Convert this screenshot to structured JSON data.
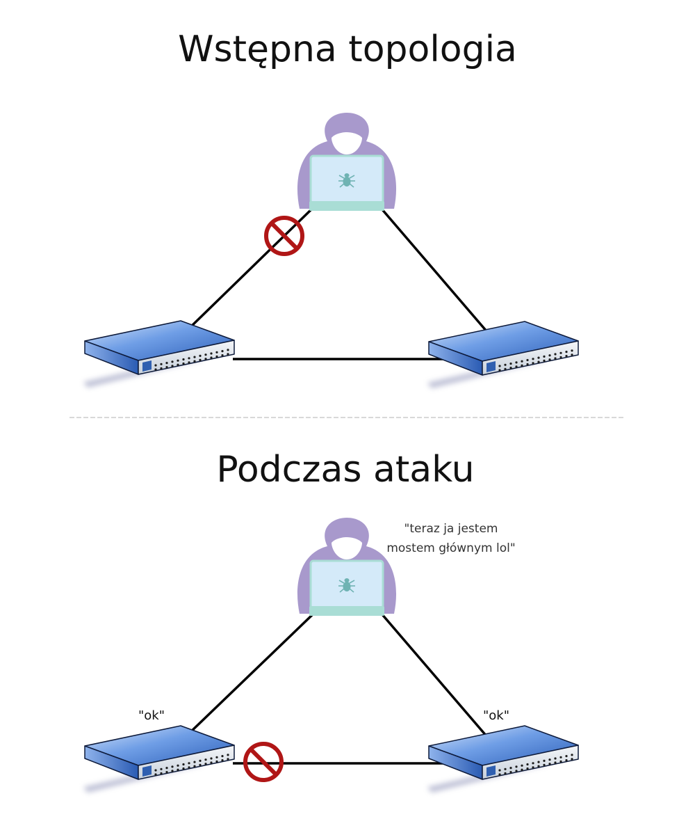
{
  "panels": [
    {
      "title": "Wstępna topologia",
      "attacker_note": [],
      "left_switch_label": "",
      "right_switch_label": "",
      "blocked_link": "attacker-left"
    },
    {
      "title": "Podczas ataku",
      "attacker_note": [
        "\"teraz ja jestem",
        "mostem głównym lol\""
      ],
      "left_switch_label": "\"ok\"",
      "right_switch_label": "\"ok\"",
      "blocked_link": "left-right"
    }
  ],
  "colors": {
    "hood": "#a899cc",
    "laptop_screen": "#d4eaf9",
    "laptop_base": "#a9ddd5",
    "bug": "#6fb3b3",
    "switch_top": "#5a8ee0",
    "switch_front": "#e6ebf1",
    "block_red": "#b01616",
    "link": "#000000",
    "divider": "#d8d8d8"
  },
  "icons": [
    "hacker-icon",
    "laptop-icon",
    "bug-icon",
    "switch-icon",
    "blocked-icon"
  ]
}
